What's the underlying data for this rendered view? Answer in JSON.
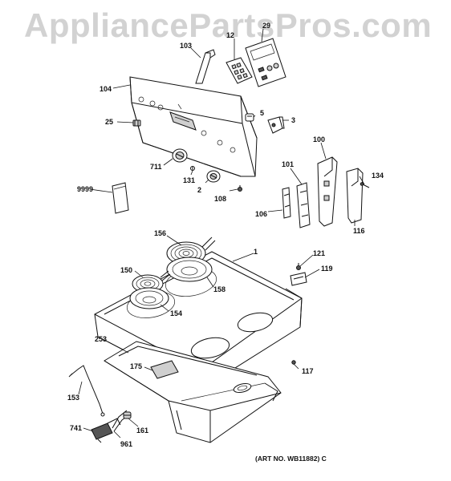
{
  "watermark": "AppliancePartsPros.com",
  "art_number": "(ART NO. WB11882) C",
  "callouts": {
    "c103": "103",
    "c12": "12",
    "c29": "29",
    "c104": "104",
    "c5": "5",
    "c3": "3",
    "c25": "25",
    "c100": "100",
    "c101": "101",
    "c134": "134",
    "c711": "711",
    "c131": "131",
    "c2": "2",
    "c108": "108",
    "c9999": "9999",
    "c106": "106",
    "c116": "116",
    "c156": "156",
    "c1": "1",
    "c121": "121",
    "c119": "119",
    "c150": "150",
    "c158": "158",
    "c154": "154",
    "c253": "253",
    "c117": "117",
    "c175": "175",
    "c153": "153",
    "c741": "741",
    "c161": "161",
    "c961": "961"
  }
}
